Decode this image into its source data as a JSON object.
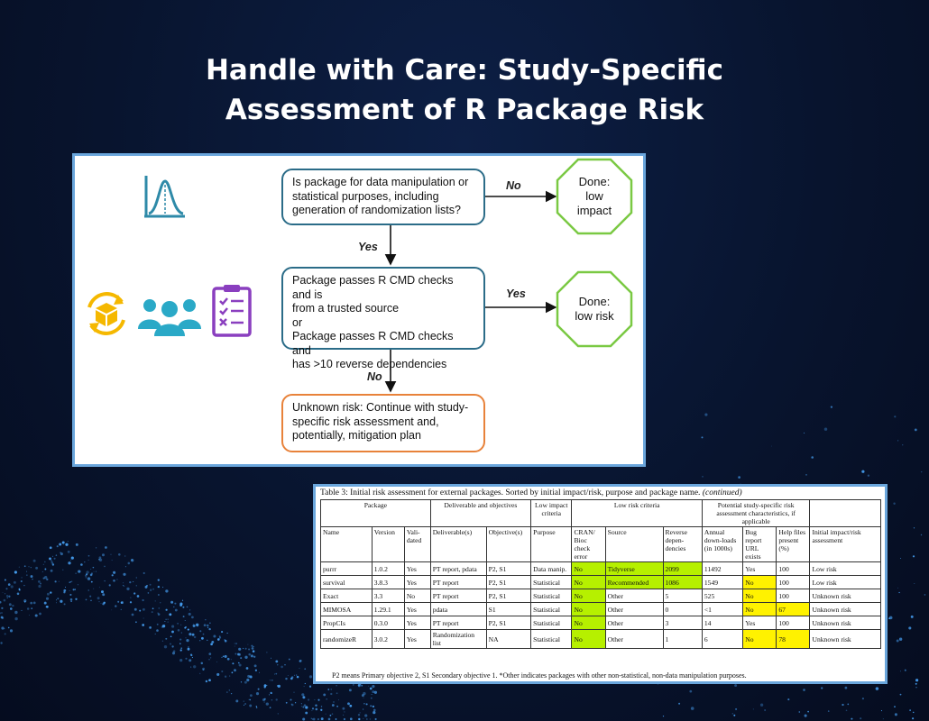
{
  "page": {
    "title_lines": [
      "Handle with Care: Study-Specific",
      "Assessment of R Package Risk"
    ]
  },
  "flowchart": {
    "q1": [
      "Is package for data manipulation or",
      "statistical purposes, including",
      "generation of randomization lists?"
    ],
    "q2": [
      "Package passes R CMD checks and is",
      "from a trusted source",
      "or",
      "Package passes R CMD checks and",
      "has >10 reverse dependencies"
    ],
    "q3": [
      "Unknown risk: Continue with study-",
      "specific risk assessment and,",
      "potentially, mitigation plan"
    ],
    "done1": [
      "Done:",
      "low",
      "impact"
    ],
    "done2": [
      "Done:",
      "low risk"
    ],
    "labels": {
      "no1": "No",
      "yes1": "Yes",
      "yes2": "Yes",
      "no2": "No"
    },
    "colors": {
      "box_border": "#2b6c88",
      "octagon": "#7ac943",
      "orange": "#e8823a",
      "icon_teal": "#2aa9c7",
      "icon_yellow": "#f5b800",
      "icon_purple": "#8a3fbf"
    },
    "icons": [
      "bell-curve-icon",
      "package-cycle-icon",
      "users-group-icon",
      "checklist-clipboard-icon"
    ]
  },
  "table": {
    "caption": "Table 3: Initial risk assessment for external packages. Sorted by initial impact/risk, purpose and package name.",
    "caption_note": "(continued)",
    "groups": [
      "Package",
      "Deliverable and objectives",
      "Low impact criteria",
      "Low risk criteria",
      "Potential study-specific risk assessment characteristics, if applicable",
      ""
    ],
    "columns": [
      "Name",
      "Version",
      "Vali-dated",
      "Deliverable(s)",
      "Objective(s)",
      "Purpose",
      "CRAN/ Bioc check error",
      "Source",
      "Reverse depen-dencies",
      "Annual down-loads (in 1000s)",
      "Bug report URL exists",
      "Help files present (%)",
      "Initial impact/risk assessment"
    ],
    "rows": [
      [
        "purrr",
        "1.0.2",
        "Yes",
        "PT report, pdata",
        "P2, S1",
        "Data manip.",
        "No",
        "Tidyverse",
        "2099",
        "11492",
        "Yes",
        "100",
        "Low risk"
      ],
      [
        "survival",
        "3.8.3",
        "Yes",
        "PT report",
        "P2, S1",
        "Statistical",
        "No",
        "Recommended",
        "1086",
        "1549",
        "No",
        "100",
        "Low risk"
      ],
      [
        "Exact",
        "3.3",
        "No",
        "PT report",
        "P2, S1",
        "Statistical",
        "No",
        "Other",
        "5",
        "525",
        "No",
        "100",
        "Unknown risk"
      ],
      [
        "MIMOSA",
        "1.29.1",
        "Yes",
        "pdata",
        "S1",
        "Statistical",
        "No",
        "Other",
        "0",
        "<1",
        "No",
        "67",
        "Unknown risk"
      ],
      [
        "PropCIs",
        "0.3.0",
        "Yes",
        "PT report",
        "P2, S1",
        "Statistical",
        "No",
        "Other",
        "3",
        "14",
        "Yes",
        "100",
        "Unknown risk"
      ],
      [
        "randomizeR",
        "3.0.2",
        "Yes",
        "Randomization list",
        "NA",
        "Statistical",
        "No",
        "Other",
        "1",
        "6",
        "No",
        "78",
        "Unknown risk"
      ]
    ],
    "highlights": {
      "green": [
        [
          0,
          6
        ],
        [
          0,
          7
        ],
        [
          0,
          8
        ],
        [
          1,
          6
        ],
        [
          1,
          7
        ],
        [
          1,
          8
        ],
        [
          2,
          6
        ],
        [
          3,
          6
        ],
        [
          4,
          6
        ],
        [
          5,
          6
        ]
      ],
      "yellow": [
        [
          1,
          10
        ],
        [
          2,
          10
        ],
        [
          3,
          10
        ],
        [
          3,
          11
        ],
        [
          5,
          10
        ],
        [
          5,
          11
        ]
      ],
      "bold": [
        [
          2,
          12
        ],
        [
          3,
          12
        ],
        [
          4,
          12
        ],
        [
          5,
          12
        ]
      ]
    },
    "highlight_colors": {
      "green": "#b6f000",
      "yellow": "#fff200"
    },
    "footnote": "P2 means Primary objective 2, S1 Secondary objective 1. *Other indicates packages with other non-statistical, non-data manipulation purposes."
  }
}
